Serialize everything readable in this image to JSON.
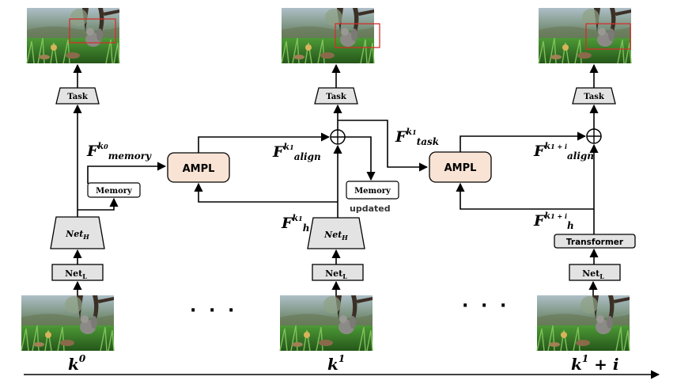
{
  "blocks": {
    "task": "Task",
    "memory": "Memory",
    "ampl": "AMPL",
    "net_h_base": "Net",
    "net_h_sub": "H",
    "net_l_base": "Net",
    "net_l_sub": "L",
    "transformer": "Transformer",
    "updated": "updated"
  },
  "labels": {
    "f_memory": {
      "base": "F",
      "sup": "k",
      "sup_sub": "0",
      "sub": "memory"
    },
    "f_align_1": {
      "base": "F",
      "sup": "k",
      "sup_sub": "1",
      "sub": "align"
    },
    "f_h_1": {
      "base": "F",
      "sup": "k",
      "sup_sub": "1",
      "sub": "h"
    },
    "f_task_1": {
      "base": "F",
      "sup": "k",
      "sup_sub": "1",
      "sub": "task"
    },
    "f_align_2": {
      "base": "F",
      "sup": "k",
      "sup_sub": "1 + i",
      "sub": "align"
    },
    "f_h_2": {
      "base": "F",
      "sup": "k",
      "sup_sub": "1 + i",
      "sub": "h"
    }
  },
  "timeline": {
    "step_0": {
      "base": "k",
      "sup": "0",
      "tail": ""
    },
    "step_1": {
      "base": "k",
      "sup": "1",
      "tail": ""
    },
    "step_2": {
      "base": "k",
      "sup": "1",
      "tail": " + i"
    },
    "ellipsis_1": "· · ·",
    "ellipsis_2": "· · ·"
  },
  "colors": {
    "ampl_fill": "#f8e3d4",
    "block_fill": "#e3e3e3",
    "grass": "#3f8a2e",
    "sky": "#c9d6dc",
    "bbox": "#d2302c"
  }
}
